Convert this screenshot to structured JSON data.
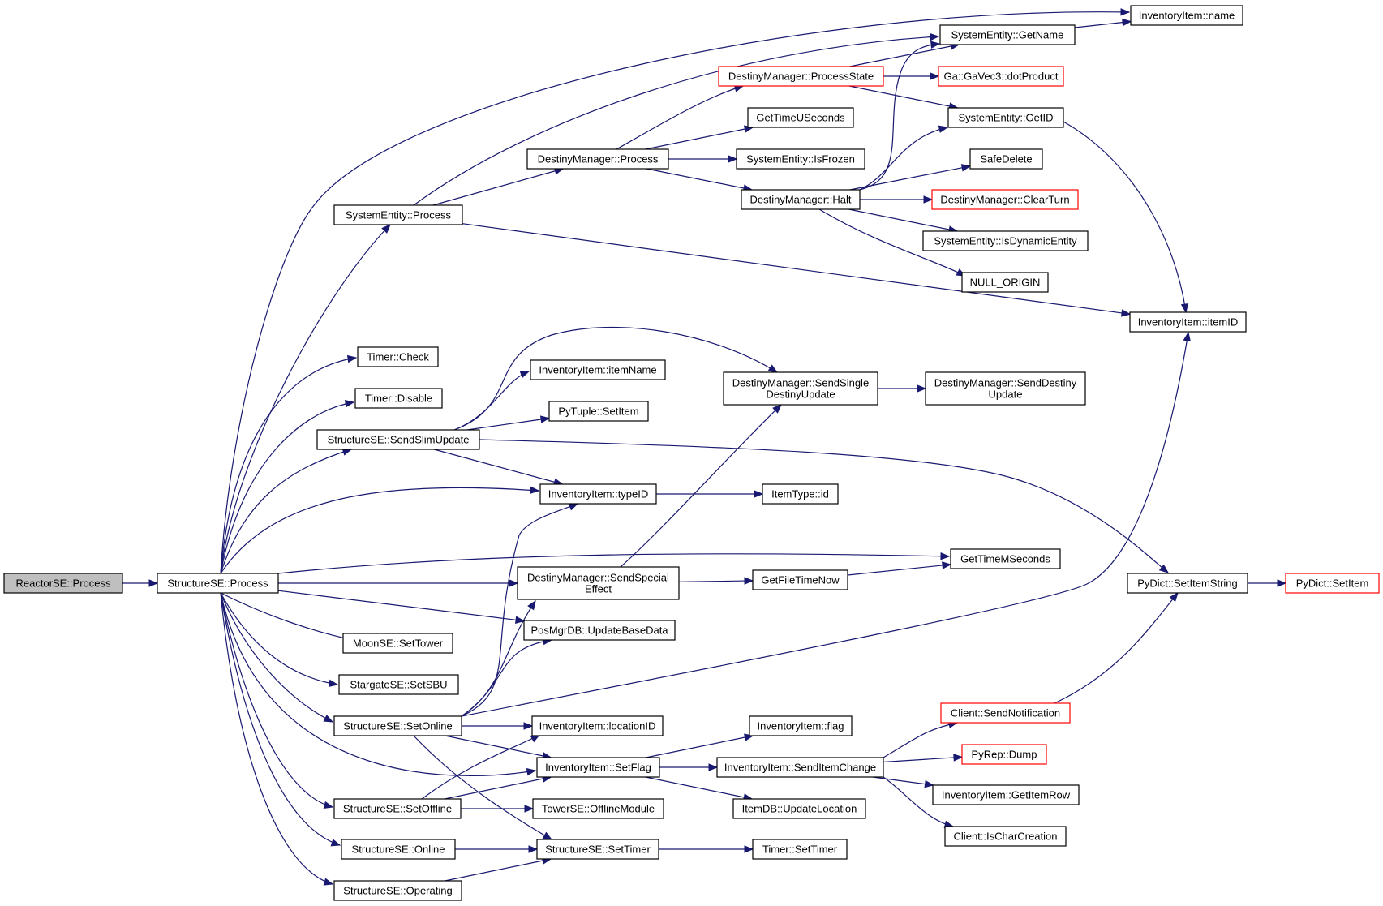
{
  "colors": {
    "edge": "#191970",
    "node_border": "#000000",
    "node_border_truncated": "#ff0000",
    "root_fill": "#bfbfbf",
    "node_fill": "#ffffff"
  },
  "nodes": {
    "n0": {
      "lines": [
        "ReactorSE::Process"
      ],
      "style": "root"
    },
    "n1": {
      "lines": [
        "StructureSE::Process"
      ],
      "style": "normal"
    },
    "n2": {
      "lines": [
        "SystemEntity::Process"
      ],
      "style": "normal"
    },
    "n3": {
      "lines": [
        "DestinyManager::Process"
      ],
      "style": "normal"
    },
    "n4": {
      "lines": [
        "DestinyManager::ProcessState"
      ],
      "style": "truncated"
    },
    "n5": {
      "lines": [
        "SystemEntity::GetName"
      ],
      "style": "normal"
    },
    "n6": {
      "lines": [
        "InventoryItem::name"
      ],
      "style": "normal"
    },
    "n7": {
      "lines": [
        "Ga::GaVec3::dotProduct"
      ],
      "style": "truncated"
    },
    "n8": {
      "lines": [
        "SystemEntity::GetID"
      ],
      "style": "normal"
    },
    "n9": {
      "lines": [
        "InventoryItem::itemID"
      ],
      "style": "normal"
    },
    "n10": {
      "lines": [
        "GetTimeUSeconds"
      ],
      "style": "normal"
    },
    "n11": {
      "lines": [
        "SystemEntity::IsFrozen"
      ],
      "style": "normal"
    },
    "n12": {
      "lines": [
        "DestinyManager::Halt"
      ],
      "style": "normal"
    },
    "n13": {
      "lines": [
        "SafeDelete"
      ],
      "style": "normal"
    },
    "n14": {
      "lines": [
        "DestinyManager::ClearTurn"
      ],
      "style": "truncated"
    },
    "n15": {
      "lines": [
        "SystemEntity::IsDynamicEntity"
      ],
      "style": "normal"
    },
    "n16": {
      "lines": [
        "NULL_ORIGIN"
      ],
      "style": "normal"
    },
    "n17": {
      "lines": [
        "Timer::Check"
      ],
      "style": "normal"
    },
    "n18": {
      "lines": [
        "Timer::Disable"
      ],
      "style": "normal"
    },
    "n19": {
      "lines": [
        "StructureSE::SendSlimUpdate"
      ],
      "style": "normal"
    },
    "n20": {
      "lines": [
        "InventoryItem::itemName"
      ],
      "style": "normal"
    },
    "n21": {
      "lines": [
        "PyTuple::SetItem"
      ],
      "style": "normal"
    },
    "n22": {
      "lines": [
        "DestinyManager::SendSingle",
        "DestinyUpdate"
      ],
      "style": "normal"
    },
    "n23": {
      "lines": [
        "DestinyManager::SendDestiny",
        "Update"
      ],
      "style": "normal"
    },
    "n24": {
      "lines": [
        "InventoryItem::typeID"
      ],
      "style": "normal"
    },
    "n25": {
      "lines": [
        "ItemType::id"
      ],
      "style": "normal"
    },
    "n26": {
      "lines": [
        "GetTimeMSeconds"
      ],
      "style": "normal"
    },
    "n27": {
      "lines": [
        "DestinyManager::SendSpecial",
        "Effect"
      ],
      "style": "normal"
    },
    "n28": {
      "lines": [
        "GetFileTimeNow"
      ],
      "style": "normal"
    },
    "n29": {
      "lines": [
        "PyDict::SetItemString"
      ],
      "style": "normal"
    },
    "n30": {
      "lines": [
        "PyDict::SetItem"
      ],
      "style": "truncated"
    },
    "n31": {
      "lines": [
        "PosMgrDB::UpdateBaseData"
      ],
      "style": "normal"
    },
    "n32": {
      "lines": [
        "MoonSE::SetTower"
      ],
      "style": "normal"
    },
    "n33": {
      "lines": [
        "StargateSE::SetSBU"
      ],
      "style": "normal"
    },
    "n34": {
      "lines": [
        "StructureSE::SetOnline"
      ],
      "style": "normal"
    },
    "n35": {
      "lines": [
        "InventoryItem::locationID"
      ],
      "style": "normal"
    },
    "n36": {
      "lines": [
        "InventoryItem::flag"
      ],
      "style": "normal"
    },
    "n37": {
      "lines": [
        "Client::SendNotification"
      ],
      "style": "truncated"
    },
    "n38": {
      "lines": [
        "InventoryItem::SetFlag"
      ],
      "style": "normal"
    },
    "n39": {
      "lines": [
        "InventoryItem::SendItemChange"
      ],
      "style": "normal"
    },
    "n40": {
      "lines": [
        "PyRep::Dump"
      ],
      "style": "truncated"
    },
    "n41": {
      "lines": [
        "InventoryItem::GetItemRow"
      ],
      "style": "normal"
    },
    "n42": {
      "lines": [
        "StructureSE::SetOffline"
      ],
      "style": "normal"
    },
    "n43": {
      "lines": [
        "TowerSE::OfflineModule"
      ],
      "style": "normal"
    },
    "n44": {
      "lines": [
        "ItemDB::UpdateLocation"
      ],
      "style": "normal"
    },
    "n45": {
      "lines": [
        "Client::IsCharCreation"
      ],
      "style": "normal"
    },
    "n46": {
      "lines": [
        "StructureSE::Online"
      ],
      "style": "normal"
    },
    "n47": {
      "lines": [
        "StructureSE::SetTimer"
      ],
      "style": "normal"
    },
    "n48": {
      "lines": [
        "Timer::SetTimer"
      ],
      "style": "normal"
    },
    "n49": {
      "lines": [
        "StructureSE::Operating"
      ],
      "style": "normal"
    }
  },
  "edges": [
    [
      "n0",
      "n1"
    ],
    [
      "n1",
      "n2"
    ],
    [
      "n1",
      "n6"
    ],
    [
      "n1",
      "n17"
    ],
    [
      "n1",
      "n18"
    ],
    [
      "n1",
      "n19"
    ],
    [
      "n1",
      "n24"
    ],
    [
      "n1",
      "n26"
    ],
    [
      "n1",
      "n27"
    ],
    [
      "n1",
      "n31"
    ],
    [
      "n1",
      "n32"
    ],
    [
      "n1",
      "n33"
    ],
    [
      "n1",
      "n34"
    ],
    [
      "n1",
      "n38"
    ],
    [
      "n1",
      "n42"
    ],
    [
      "n1",
      "n46"
    ],
    [
      "n1",
      "n49"
    ],
    [
      "n2",
      "n3"
    ],
    [
      "n2",
      "n5"
    ],
    [
      "n2",
      "n9"
    ],
    [
      "n3",
      "n4"
    ],
    [
      "n3",
      "n10"
    ],
    [
      "n3",
      "n11"
    ],
    [
      "n3",
      "n12"
    ],
    [
      "n4",
      "n5"
    ],
    [
      "n4",
      "n7"
    ],
    [
      "n4",
      "n8"
    ],
    [
      "n5",
      "n6"
    ],
    [
      "n8",
      "n9"
    ],
    [
      "n12",
      "n5"
    ],
    [
      "n12",
      "n8"
    ],
    [
      "n12",
      "n13"
    ],
    [
      "n12",
      "n14"
    ],
    [
      "n12",
      "n15"
    ],
    [
      "n12",
      "n16"
    ],
    [
      "n19",
      "n20"
    ],
    [
      "n19",
      "n21"
    ],
    [
      "n19",
      "n22"
    ],
    [
      "n19",
      "n24"
    ],
    [
      "n19",
      "n29"
    ],
    [
      "n22",
      "n23"
    ],
    [
      "n24",
      "n25"
    ],
    [
      "n27",
      "n22"
    ],
    [
      "n27",
      "n28"
    ],
    [
      "n28",
      "n26"
    ],
    [
      "n29",
      "n30"
    ],
    [
      "n34",
      "n9"
    ],
    [
      "n34",
      "n24"
    ],
    [
      "n34",
      "n27"
    ],
    [
      "n34",
      "n31"
    ],
    [
      "n34",
      "n35"
    ],
    [
      "n34",
      "n38"
    ],
    [
      "n34",
      "n47"
    ],
    [
      "n38",
      "n36"
    ],
    [
      "n38",
      "n39"
    ],
    [
      "n38",
      "n44"
    ],
    [
      "n39",
      "n37"
    ],
    [
      "n39",
      "n40"
    ],
    [
      "n39",
      "n41"
    ],
    [
      "n39",
      "n45"
    ],
    [
      "n37",
      "n29"
    ],
    [
      "n42",
      "n35"
    ],
    [
      "n42",
      "n38"
    ],
    [
      "n42",
      "n43"
    ],
    [
      "n46",
      "n47"
    ],
    [
      "n47",
      "n48"
    ],
    [
      "n49",
      "n47"
    ]
  ]
}
